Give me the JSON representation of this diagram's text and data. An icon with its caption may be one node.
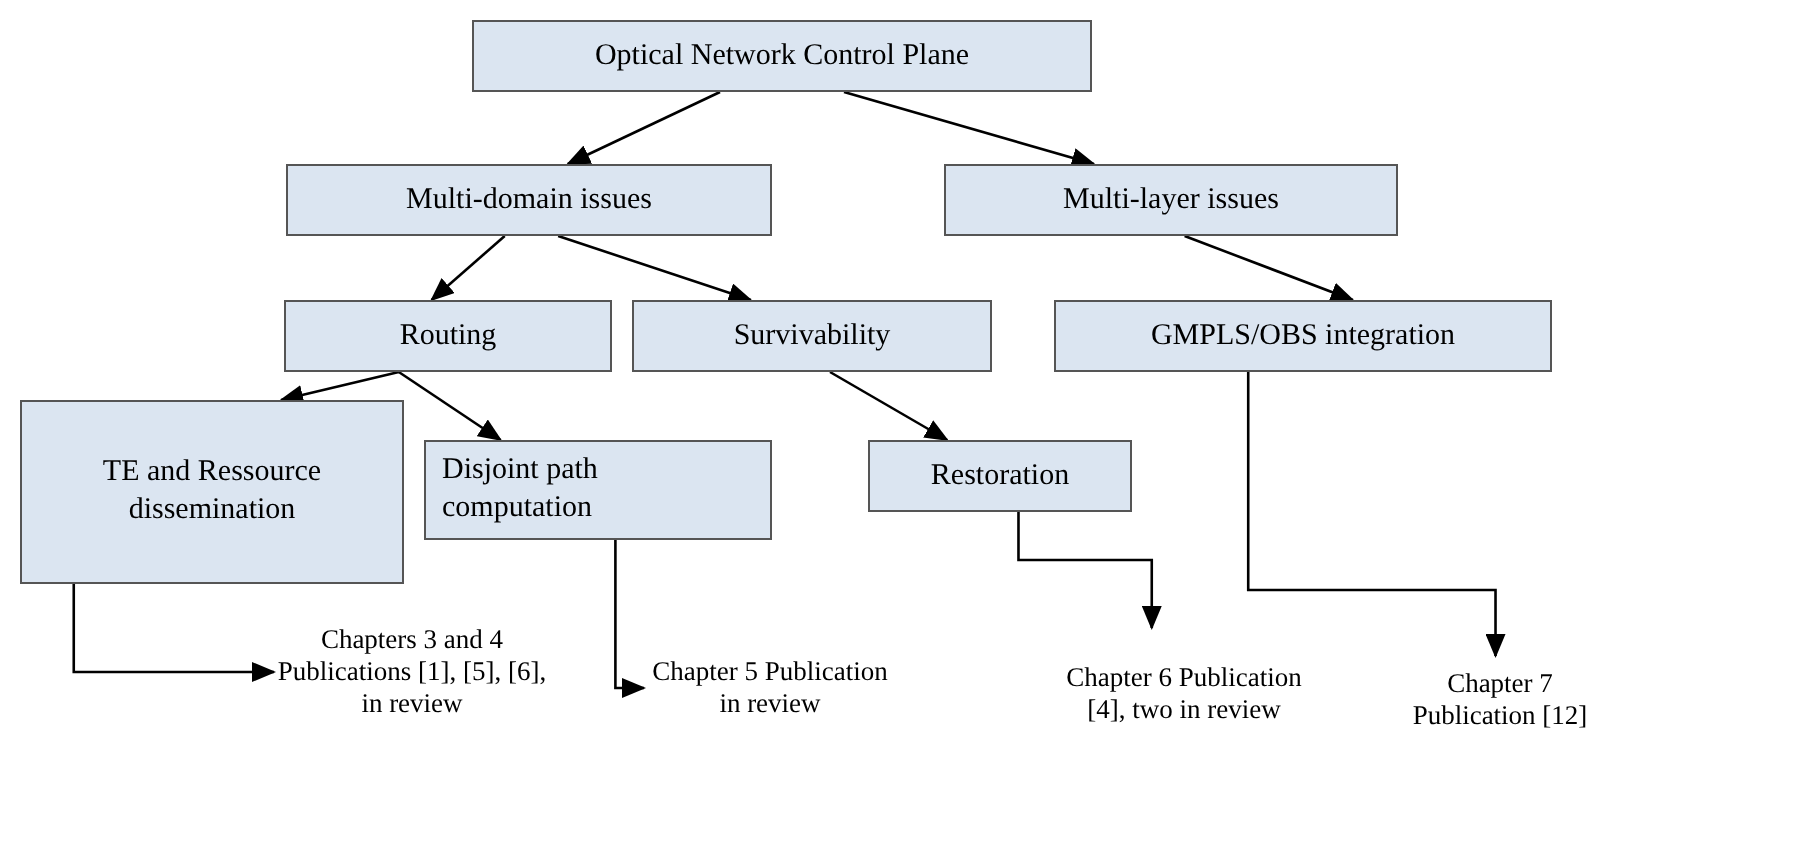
{
  "diagram": {
    "nodes": [
      {
        "text": [
          "Optical Network Control Plane"
        ]
      },
      {
        "text": [
          "Multi-domain issues"
        ]
      },
      {
        "text": [
          "Multi-layer issues"
        ]
      },
      {
        "text": [
          "Routing"
        ]
      },
      {
        "text": [
          "Survivability"
        ]
      },
      {
        "text": [
          "GMPLS/OBS integration"
        ]
      },
      {
        "text": [
          "TE  and Ressource dissemination"
        ]
      },
      {
        "text": [
          "Disjoint path computation"
        ]
      },
      {
        "text": [
          "Restoration"
        ]
      },
      {
        "text": [
          "Chapters 3 and 4 Publications [1], [5], [6], in review"
        ]
      },
      {
        "text": [
          "Chapter 5 Publication in review"
        ]
      },
      {
        "text": [
          "Chapter 6 Publication [4], two in review"
        ]
      },
      {
        "text": [
          "Chapter 7 Publication [12]"
        ]
      }
    ],
    "edges": [
      {
        "from": 0,
        "to": 1,
        "arrow": "to"
      },
      {
        "from": 0,
        "to": 2,
        "arrow": "to"
      },
      {
        "from": 1,
        "to": 3,
        "arrow": "to"
      },
      {
        "from": 1,
        "to": 4,
        "arrow": "to"
      },
      {
        "from": 2,
        "to": 5,
        "arrow": "to"
      },
      {
        "from": 3,
        "to": 6,
        "arrow": "to"
      },
      {
        "from": 3,
        "to": 7,
        "arrow": "to"
      },
      {
        "from": 4,
        "to": 8,
        "arrow": "to"
      },
      {
        "from": 6,
        "to": 9,
        "arrow": "to"
      },
      {
        "from": 7,
        "to": 10,
        "arrow": "to"
      },
      {
        "from": 8,
        "to": 11,
        "arrow": "to"
      },
      {
        "from": 5,
        "to": 12,
        "arrow": "to"
      }
    ]
  }
}
